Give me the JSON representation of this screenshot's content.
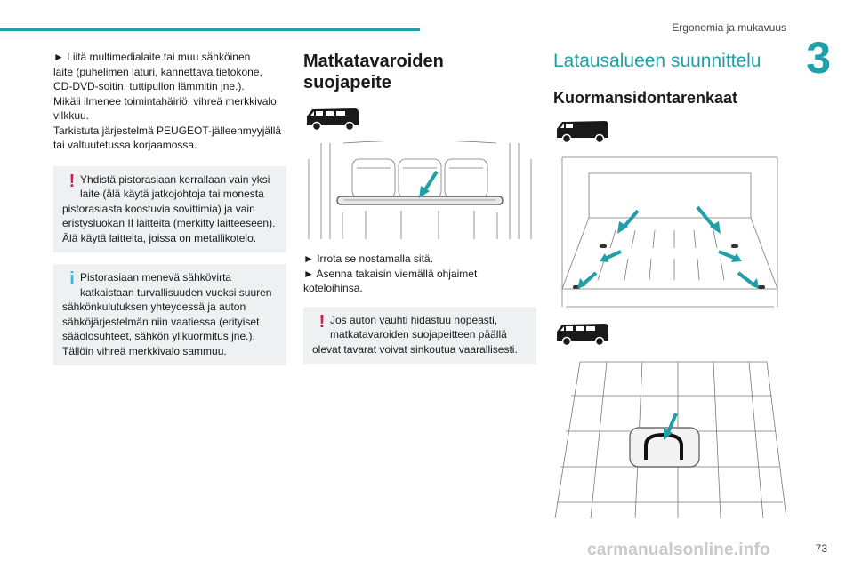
{
  "header": {
    "section_title": "Ergonomia ja mukavuus",
    "chapter_number": "3",
    "accent_color": "#1f9fa8"
  },
  "column1": {
    "paragraph_lines": [
      "► Liitä multimedialaite tai muu sähköinen",
      "laite (puhelimen laturi, kannettava tietokone,",
      "CD-DVD-soitin, tuttipullon lämmitin jne.).",
      "Mikäli ilmenee toimintahäiriö, vihreä merkkivalo",
      "vilkkuu.",
      "Tarkistuta järjestelmä PEUGEOT-jälleenmyyjällä",
      "tai valtuutetussa korjaamossa."
    ],
    "warning1": {
      "icon": "warning-exclamation-icon",
      "color": "#d61a4b",
      "lines": [
        "Yhdistä pistorasiaan kerrallaan vain yksi",
        "laite (älä käytä jatkojohtoja tai monesta",
        "pistorasiasta koostuvia sovittimia) ja vain",
        "eristysluokan II laitteita (merkitty laitteeseen).",
        "Älä käytä laitteita, joissa on metallikotelo."
      ]
    },
    "info1": {
      "icon": "info-i-icon",
      "color": "#3db4e0",
      "lines": [
        "Pistorasiaan menevä sähkövirta",
        "katkaistaan turvallisuuden vuoksi suuren",
        "sähkönkulutuksen yhteydessä ja auton",
        "sähköjärjestelmän niin vaatiessa (erityiset",
        "sääolosuhteet, sähkön ylikuormitus jne.).",
        "Tällöin vihreä merkkivalo sammuu."
      ]
    }
  },
  "column2": {
    "heading": "Matkatavaroiden suojapeite",
    "vehicle_icon": "van-windows-icon",
    "steps": [
      "► Irrota se nostamalla sitä.",
      "► Asenna takaisin viemällä ohjaimet",
      "koteloihinsa."
    ],
    "warning2": {
      "icon": "warning-exclamation-icon",
      "color": "#d61a4b",
      "lines": [
        "Jos auton vauhti hidastuu nopeasti,",
        "matkatavaroiden suojapeitteen päällä",
        "olevat tavarat voivat sinkoutua vaarallisesti."
      ]
    }
  },
  "column3": {
    "heading": "Latausalueen suunnittelu",
    "subheading": "Kuormansidontarenkaat",
    "vehicle_icon_1": "van-panel-icon",
    "vehicle_icon_2": "van-windows-icon"
  },
  "footer": {
    "page_number": "73",
    "watermark": "carmanualsonline.info"
  }
}
